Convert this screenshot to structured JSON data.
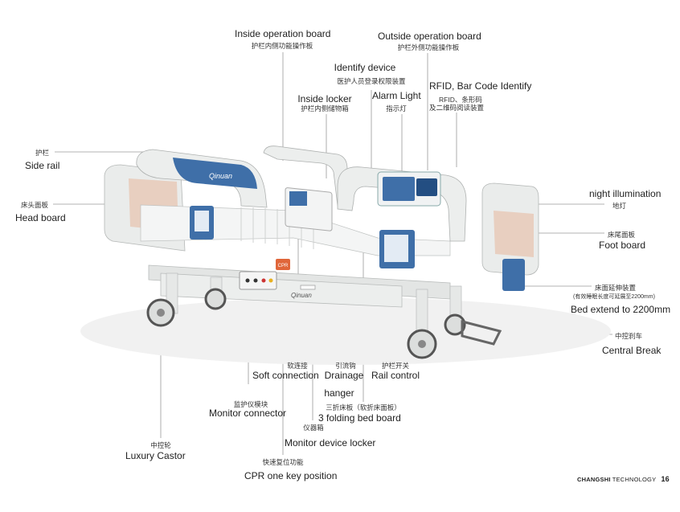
{
  "labels": {
    "inside_operation_board": {
      "en": "Inside operation board",
      "cn": "护栏内侧功能操作板"
    },
    "outside_operation_board": {
      "en": "Outside operation board",
      "cn": "护栏外侧功能操作板"
    },
    "identify_device": {
      "en": "Identify device",
      "cn": "医护人员登录权限装置"
    },
    "rfid": {
      "en": "RFID, Bar Code Identify",
      "cn1": "RFID、条形码",
      "cn2": "及二维码阅读装置"
    },
    "inside_locker": {
      "en": "Inside locker",
      "cn": "护栏内侧储物箱"
    },
    "alarm_light": {
      "en": "Alarm Light",
      "cn": "指示灯"
    },
    "side_rail": {
      "en": "Side rail",
      "cn": "护栏"
    },
    "head_board": {
      "en": "Head board",
      "cn": "床头面板"
    },
    "night_illumination": {
      "en": "night illumination",
      "cn": "地灯"
    },
    "foot_board": {
      "en": "Foot board",
      "cn": "床尾面板"
    },
    "bed_extend": {
      "en": "Bed extend to 2200mm",
      "cn": "床面延伸装置",
      "cn_note": "(有效睡眠长度可延展至2200mm)"
    },
    "central_break": {
      "en": "Central Break",
      "cn": "中控刹车"
    },
    "soft_connection": {
      "en": "Soft connection",
      "cn": "软连接"
    },
    "drainage_hanger": {
      "en1": "Drainage",
      "en2": "hanger",
      "cn": "引流钩"
    },
    "rail_control": {
      "en": "Rail control",
      "cn": "护栏开关"
    },
    "three_folding": {
      "en": "3 folding bed board",
      "cn": "三折床板（软折床面板）"
    },
    "monitor_connector": {
      "en": "Monitor connector",
      "cn": "监护仪模块"
    },
    "monitor_locker": {
      "en": "Monitor device locker",
      "cn": "仪器箱"
    },
    "luxury_castor": {
      "en": "Luxury Castor",
      "cn": "中控轮"
    },
    "cpr": {
      "en": "CPR one key position",
      "cn": "快速复位功能"
    }
  },
  "bed": {
    "brand": "Qinuan",
    "cpr_tag": "CPR"
  },
  "footer": {
    "brand_bold": "CHANGSHI",
    "brand_rest": "TECHNOLOGY",
    "page": "16"
  },
  "colors": {
    "accent_blue": "#3f6fa8",
    "panel_wood": "#e8cfc0",
    "frame": "#e9ebea",
    "cpr_orange": "#e0663a"
  }
}
